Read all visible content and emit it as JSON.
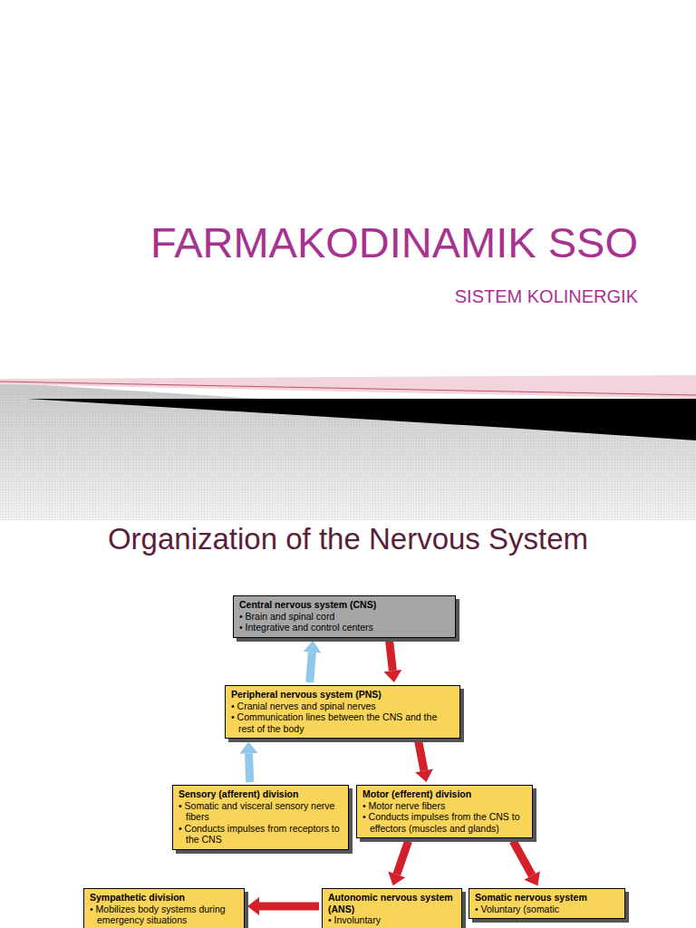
{
  "diagram": {
    "title": "FARMAKODINAMIK SSO",
    "nodes": [
      {
        "text": [
          "Central nervous system (CNS)",
          "• Brain and spinal cord",
          "• Integrative and control centers"
        ]
      },
      {
        "text": [
          "Peripheral nervous system (PNS)",
          "• Cranial nerves and spinal nerves",
          "• Communication lines between the CNS and the rest of the body"
        ]
      },
      {
        "text": [
          "Sensory (afferent) division",
          "• Somatic and visceral sensory nerve fibers",
          "• Conducts impulses from receptors to the CNS"
        ]
      },
      {
        "text": [
          "Motor (efferent) division",
          "• Motor nerve fibers",
          "• Conducts impulses from the CNS to effectors (muscles and glands)"
        ]
      },
      {
        "text": [
          "Sympathetic division",
          "• Mobilizes body systems during emergency situations"
        ]
      },
      {
        "text": [
          "Autonomic nervous system (ANS)",
          "• Involuntary"
        ]
      },
      {
        "text": [
          "Somatic nervous system",
          "• Voluntary (somatic"
        ]
      }
    ],
    "edges": [
      {
        "from": 1,
        "to": 0,
        "arrow": "to"
      },
      {
        "from": 0,
        "to": 1,
        "arrow": "to"
      },
      {
        "from": 2,
        "to": 1,
        "arrow": "to"
      },
      {
        "from": 1,
        "to": 3,
        "arrow": "to"
      },
      {
        "from": 3,
        "to": 5,
        "arrow": "to"
      },
      {
        "from": 3,
        "to": 6,
        "arrow": "to"
      },
      {
        "from": 5,
        "to": 4,
        "arrow": "to"
      }
    ],
    "labels": [
      "SISTEM KOLINERGIK",
      "Organization of the Nervous System"
    ]
  }
}
